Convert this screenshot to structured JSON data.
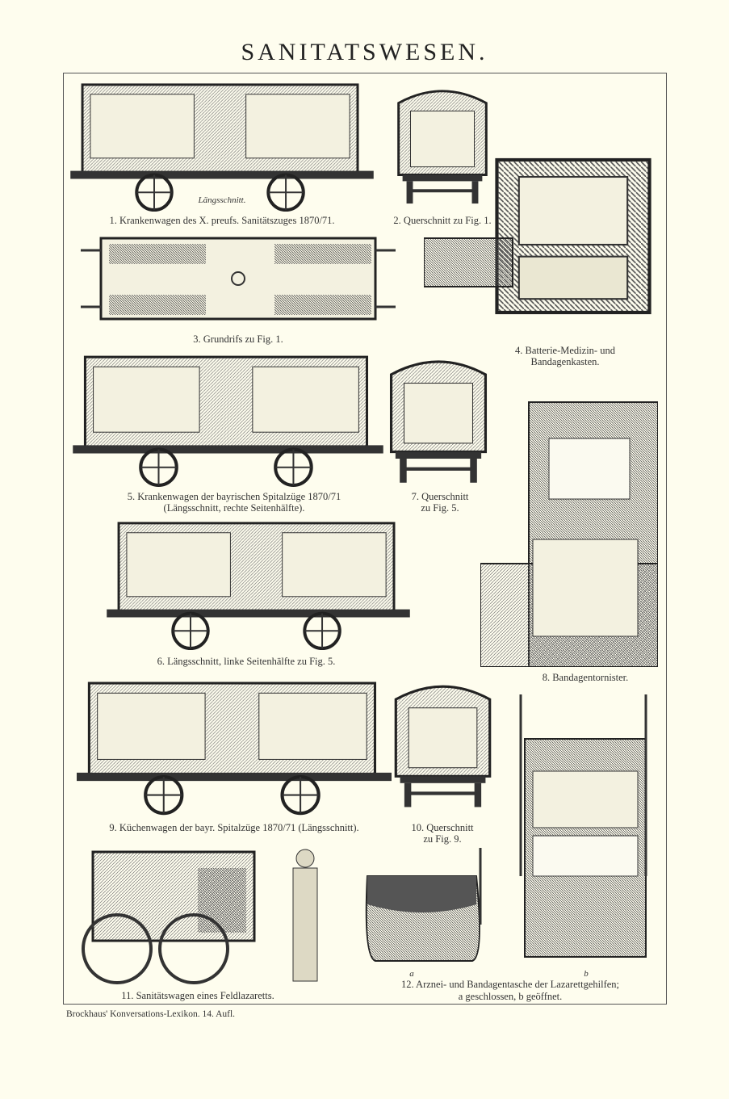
{
  "title": "SANITATSWESEN.",
  "figures": {
    "fig1": {
      "caption": "1. Krankenwagen des X. preufs. Sanitätszuges 1870/71.",
      "inset_label": "Längsschnitt."
    },
    "fig2": {
      "caption": "2. Querschnitt zu Fig. 1."
    },
    "fig3": {
      "caption": "3. Grundrifs zu Fig. 1."
    },
    "fig4": {
      "caption_line1": "4. Batterie-Medizin- und",
      "caption_line2": "Bandagenkasten."
    },
    "fig5": {
      "caption_line1": "5. Krankenwagen der bayrischen Spitalzüge 1870/71",
      "caption_line2": "(Längsschnitt, rechte Seitenhälfte)."
    },
    "fig6": {
      "caption": "6. Längsschnitt, linke Seitenhälfte zu Fig. 5."
    },
    "fig7": {
      "caption_line1": "7. Querschnitt",
      "caption_line2": "zu Fig. 5."
    },
    "fig8": {
      "caption": "8. Bandagentornister."
    },
    "fig9": {
      "caption": "9. Küchenwagen der bayr. Spitalzüge 1870/71 (Längsschnitt)."
    },
    "fig10": {
      "caption_line1": "10. Querschnitt",
      "caption_line2": "zu Fig. 9."
    },
    "fig11": {
      "caption": "11. Sanitätswagen eines Feldlazaretts."
    },
    "fig12": {
      "label_a": "a",
      "label_b": "b",
      "caption_line1": "12. Arznei- und Bandagentasche der Lazarettgehilfen;",
      "caption_line2": "a geschlossen, b geöffnet."
    }
  },
  "footer": "Brockhaus' Konversations-Lexikon. 14. Aufl."
}
